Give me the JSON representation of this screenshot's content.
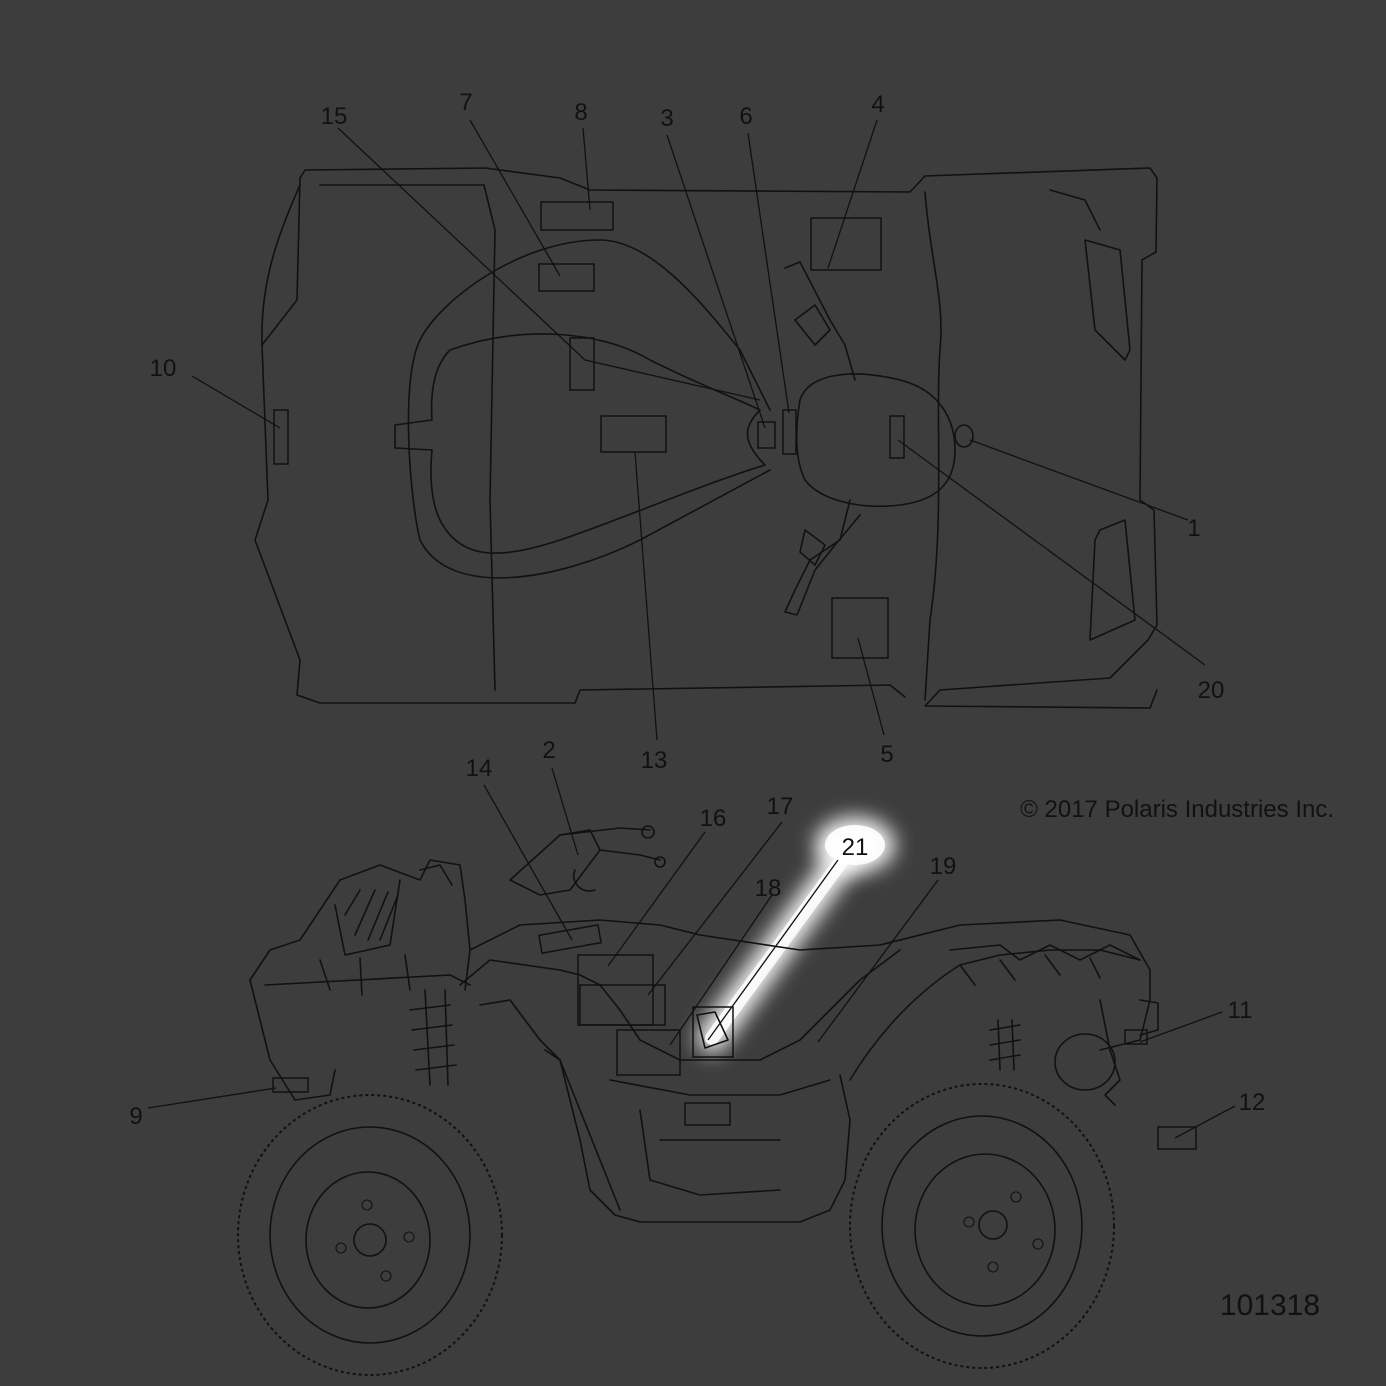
{
  "diagram": {
    "copyright": "© 2017 Polaris Industries Inc.",
    "part_number": "101318",
    "highlighted_callout": "21",
    "colors": {
      "background": "#3d3d3d",
      "ink": "#111111",
      "highlight": "#ffffff"
    },
    "callouts": [
      {
        "id": "c1",
        "label": "1"
      },
      {
        "id": "c2",
        "label": "2"
      },
      {
        "id": "c3",
        "label": "3"
      },
      {
        "id": "c4",
        "label": "4"
      },
      {
        "id": "c5",
        "label": "5"
      },
      {
        "id": "c6",
        "label": "6"
      },
      {
        "id": "c7",
        "label": "7"
      },
      {
        "id": "c8",
        "label": "8"
      },
      {
        "id": "c9",
        "label": "9"
      },
      {
        "id": "c10",
        "label": "10"
      },
      {
        "id": "c11",
        "label": "11"
      },
      {
        "id": "c12",
        "label": "12"
      },
      {
        "id": "c13",
        "label": "13"
      },
      {
        "id": "c14",
        "label": "14"
      },
      {
        "id": "c15",
        "label": "15"
      },
      {
        "id": "c16",
        "label": "16"
      },
      {
        "id": "c17",
        "label": "17"
      },
      {
        "id": "c18",
        "label": "18"
      },
      {
        "id": "c19",
        "label": "19"
      },
      {
        "id": "c20",
        "label": "20"
      },
      {
        "id": "c21",
        "label": "21"
      }
    ]
  }
}
